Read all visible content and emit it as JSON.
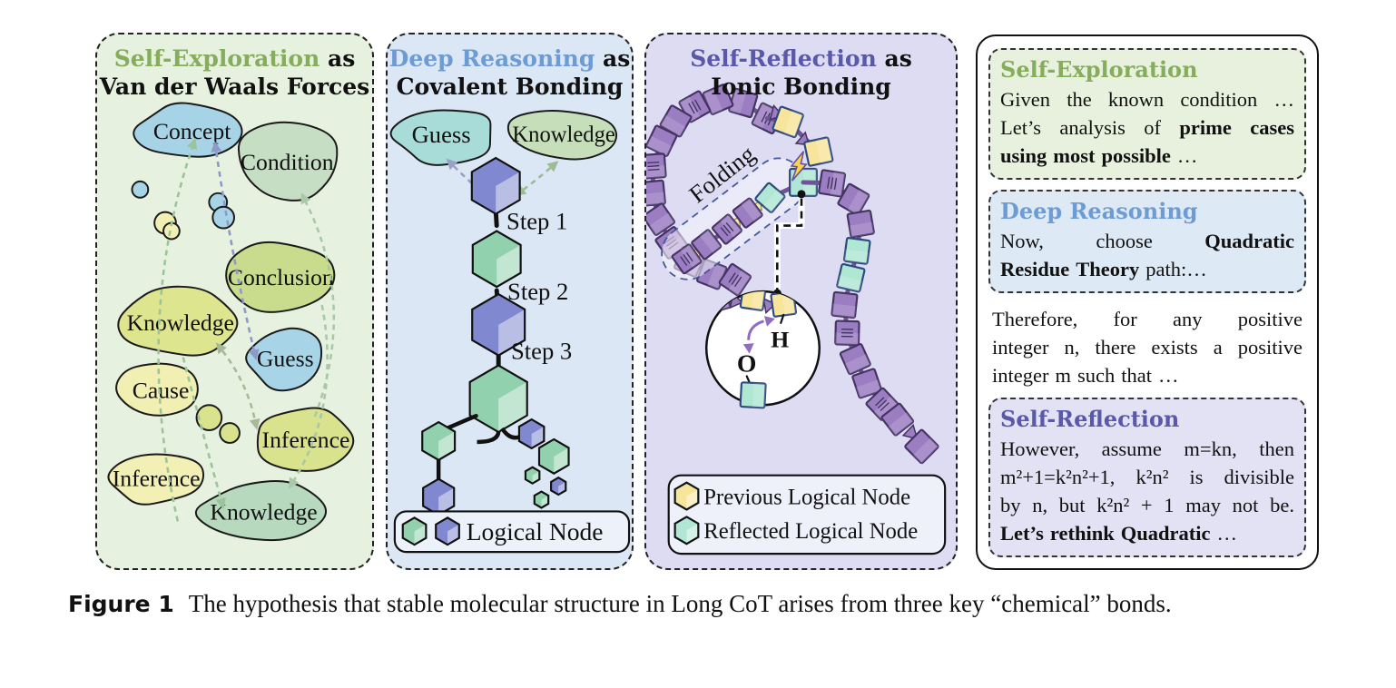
{
  "page": {
    "caption_label": "Figure 1",
    "caption_text": "The hypothesis that stable molecular structure in Long CoT arises from three key “chemical” bonds."
  },
  "panel_exploration": {
    "title_accent": "Self-Exploration",
    "title_as": "as",
    "title_line2": "Van der Waals Forces",
    "accent_color": "#85ad5c",
    "bg_color": "#e6f1df",
    "blobs": [
      {
        "label": "Concept",
        "color": "#a6d3e6"
      },
      {
        "label": "Condition",
        "color": "#c6dec4"
      },
      {
        "label": "Conclusion",
        "color": "#c9dc8e"
      },
      {
        "label": "Knowledge",
        "color": "#dde58f"
      },
      {
        "label": "Guess",
        "color": "#a8d4e8"
      },
      {
        "label": "Cause",
        "color": "#f2efb2"
      },
      {
        "label": "Inference",
        "color": "#d9e28d"
      },
      {
        "label": "Inference",
        "color": "#f3f0b5"
      },
      {
        "label": "Knowledge",
        "color": "#b7d9bd"
      }
    ]
  },
  "panel_reasoning": {
    "title_accent": "Deep Reasoning",
    "title_as": "as",
    "title_line2": "Covalent Bonding",
    "accent_color": "#6d9bd3",
    "bg_color": "#dbe7f4",
    "cloud_guess": {
      "label": "Guess",
      "color": "#a8dcd8"
    },
    "cloud_knowledge": {
      "label": "Knowledge",
      "color": "#c6dfba"
    },
    "steps": [
      "Step 1",
      "Step 2",
      "Step 3"
    ],
    "legend_label": "Logical Node",
    "hex_teal_color": "#92d1ae",
    "hex_purple_color": "#8089d0"
  },
  "panel_reflection": {
    "title_accent": "Self-Reflection",
    "title_as": "as",
    "title_line2": "Ionic Bonding",
    "accent_color": "#5a58a8",
    "bg_color": "#dddcf2",
    "folding_label": "Folding",
    "atom_hydrogen": "H",
    "atom_oxygen": "O",
    "cube_color": "#9b7dc2",
    "legend": [
      {
        "label": "Previous Logical Node",
        "color": "#f8e59c"
      },
      {
        "label": "Reflected Logical Node",
        "color": "#b0e6d4"
      }
    ]
  },
  "panel_examples": {
    "exploration": {
      "title": "Self-Exploration",
      "accent_color": "#85ad5c",
      "bg_color": "#e8f1de",
      "lines": [
        "Given the known condition …",
        "Let’s analysis of **prime cases**",
        "**using most possible** …"
      ]
    },
    "reasoning": {
      "title": "Deep Reasoning",
      "accent_color": "#6d9bd3",
      "bg_color": "#dde9f5",
      "lines": [
        "Now, choose **Quadratic**",
        "**Residue Theory** path:…"
      ]
    },
    "plain_lines": [
      "Therefore, for any positive",
      "integer n, there exists a positive",
      "integer m such that …"
    ],
    "reflection": {
      "title": "Self-Reflection",
      "accent_color": "#5a58a8",
      "bg_color": "#e2e2f4",
      "lines": [
        "However, assume m=kn, then",
        "m²+1=k²n²+1, k²n² is divisible",
        "by n, but k²n² + 1 may not be.",
        "**Let’s rethink Quadratic** …"
      ]
    }
  }
}
